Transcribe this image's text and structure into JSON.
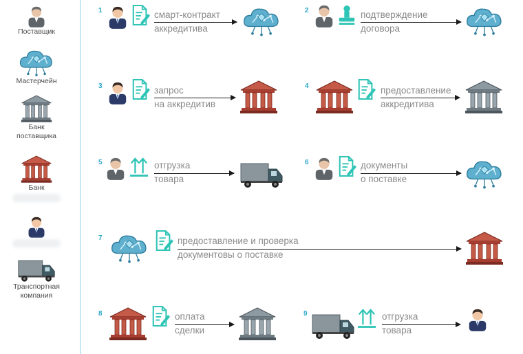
{
  "legend": {
    "supplier": "Поставщик",
    "masterchain": "Мастерчейн",
    "supplier_bank": "Банк\nпоставщика",
    "bank": "Банк",
    "transport": "Транспортная\nкомпания"
  },
  "steps": [
    {
      "num": "1",
      "line1": "смарт-контракт",
      "line2": "аккредитива"
    },
    {
      "num": "2",
      "line1": "подтверждение",
      "line2": "договора"
    },
    {
      "num": "3",
      "line1": "запрос",
      "line2": "на аккредитив"
    },
    {
      "num": "4",
      "line1": "предоставление",
      "line2": "аккредитива"
    },
    {
      "num": "5",
      "line1": "отгрузка",
      "line2": "товара"
    },
    {
      "num": "6",
      "line1": "документы",
      "line2": "о поставке"
    },
    {
      "num": "7",
      "line1": "предоставление и проверка",
      "line2": "документовы о поставке"
    },
    {
      "num": "8",
      "line1": "оплата",
      "line2": "сделки"
    },
    {
      "num": "9",
      "line1": "отгрузка",
      "line2": "товара"
    }
  ],
  "colors": {
    "accent": "#2ec4b6",
    "divider": "#8fd3e6",
    "cloud": "#4fa3c4",
    "bank_gray": "#7f8c95",
    "bank_red": "#b5473a",
    "truck": "#6f7b82",
    "person_suit": "#2b3a67"
  },
  "icons": [
    "person-icon",
    "document-icon",
    "cloud-icon",
    "bank-icon",
    "stamp-icon",
    "truck-icon",
    "upload-arrows-icon"
  ]
}
